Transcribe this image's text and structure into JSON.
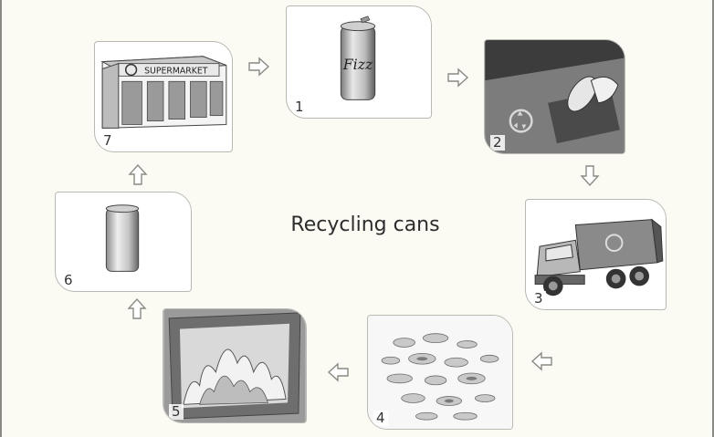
{
  "title": "Recycling cans",
  "steps": [
    {
      "number": "1",
      "label": "Fizz"
    },
    {
      "number": "2"
    },
    {
      "number": "3"
    },
    {
      "number": "4"
    },
    {
      "number": "5"
    },
    {
      "number": "6"
    },
    {
      "number": "7",
      "label": "SUPERMARKET"
    }
  ],
  "colors": {
    "background": "#fbfaf3",
    "card_border": "#b9b9b4",
    "arrow": "#8a8a84"
  }
}
